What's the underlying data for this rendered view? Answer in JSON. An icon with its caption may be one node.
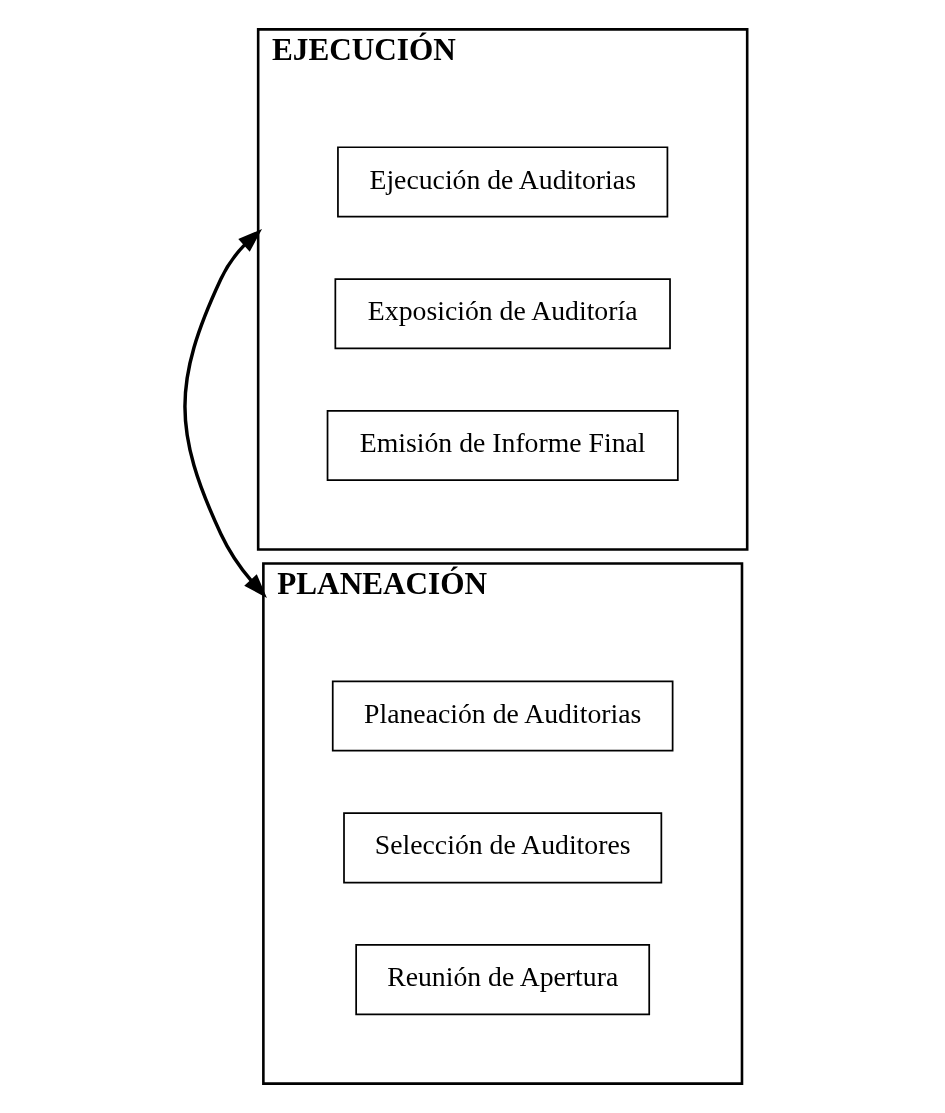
{
  "diagram": {
    "nodes": [
      {
        "text": [
          "PLANEACIÓN"
        ]
      },
      {
        "text": [
          "Planeación de Auditorias"
        ],
        "in": 0
      },
      {
        "text": [
          "Selección de Auditores"
        ],
        "in": 0
      },
      {
        "text": [
          "Reunión de Apertura"
        ],
        "in": 0
      },
      {
        "text": [
          "EJECUCIÓN"
        ]
      },
      {
        "text": [
          "Ejecución de Auditorias"
        ],
        "in": 4
      },
      {
        "text": [
          "Exposición de Auditoría"
        ],
        "in": 4
      },
      {
        "text": [
          "Emisión de Informe Final"
        ],
        "in": 4
      }
    ],
    "edges": [
      {
        "from": 0,
        "to": 4,
        "arrow": "both"
      }
    ]
  }
}
